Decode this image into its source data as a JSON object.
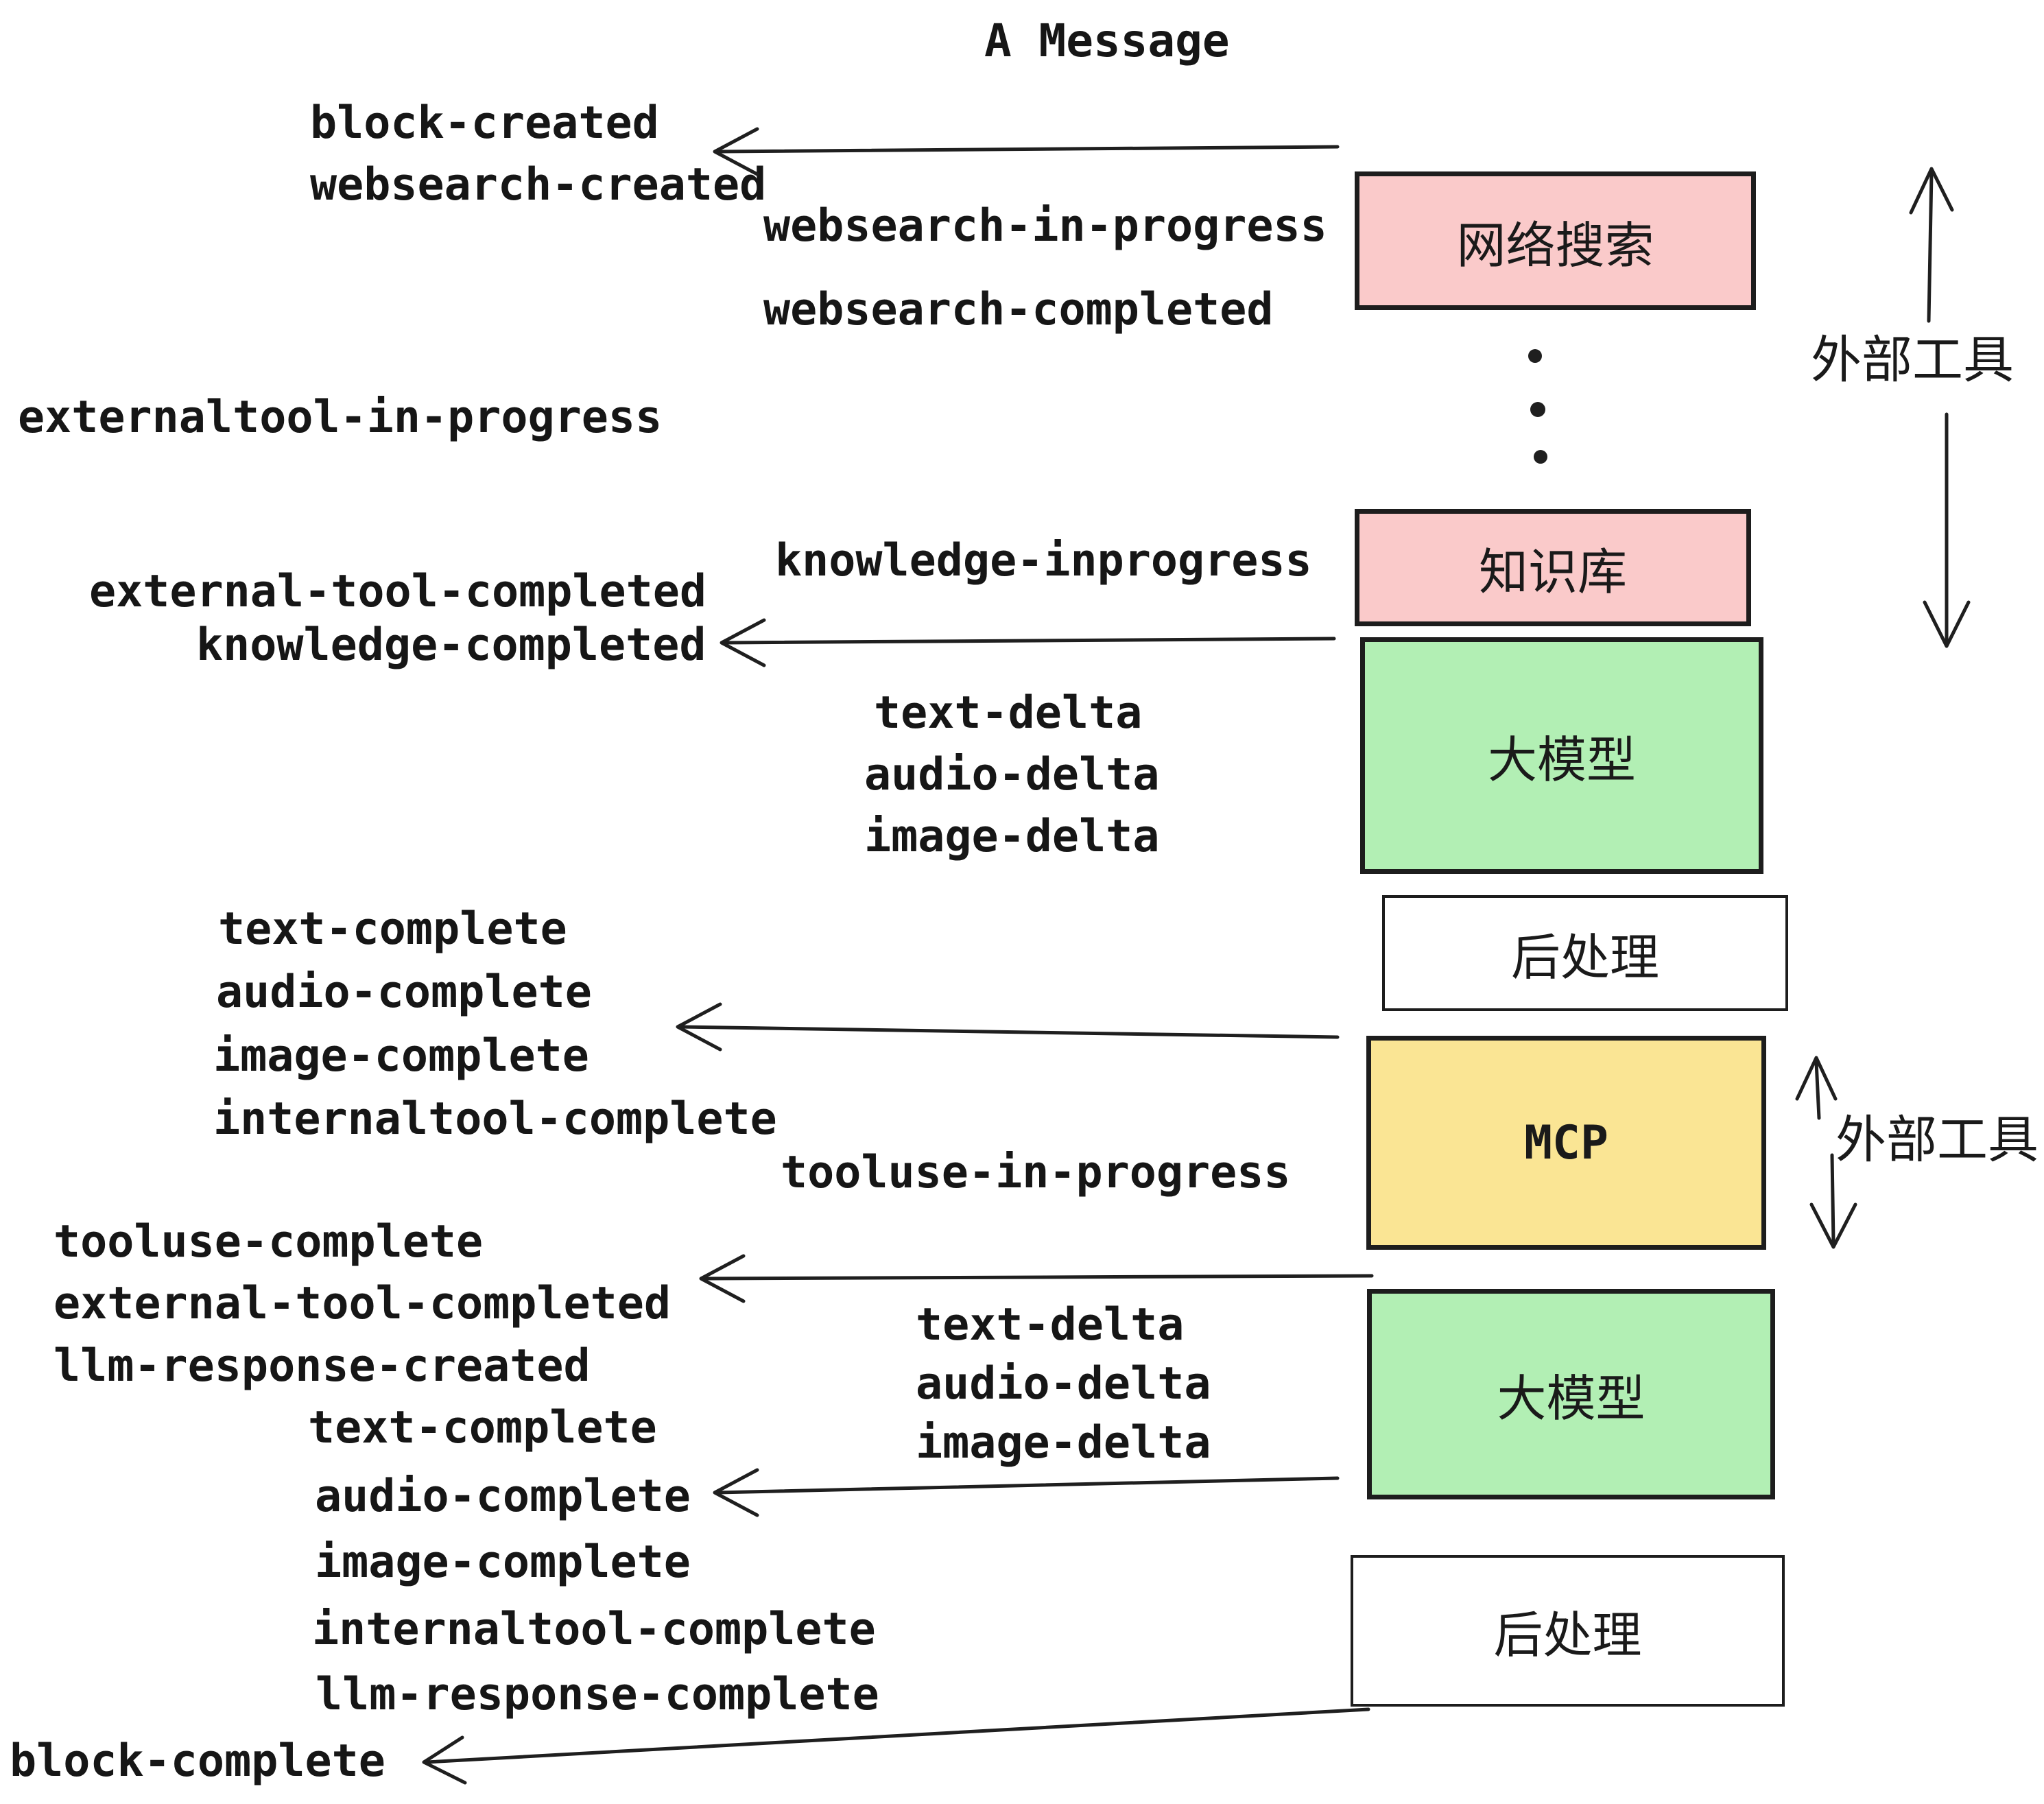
{
  "title": "A Message",
  "colors": {
    "pink": "#FACACA",
    "green": "#B2EFB4",
    "yellow": "#FAE594",
    "white": "#FFFFFF",
    "line": "#1F1F1F"
  },
  "events": [
    "block-created",
    "websearch-created",
    "websearch-in-progress",
    "websearch-completed",
    "externaltool-in-progress",
    "knowledge-inprogress",
    "external-tool-completed",
    "knowledge-completed",
    "text-delta",
    "audio-delta",
    "image-delta",
    "text-complete",
    "audio-complete",
    "image-complete",
    "internaltool-complete",
    "tooluse-in-progress",
    "tooluse-complete",
    "external-tool-completed",
    "llm-response-created",
    "text-complete",
    "audio-complete",
    "image-complete",
    "internaltool-complete",
    "llm-response-complete",
    "text-delta",
    "audio-delta",
    "image-delta",
    "block-complete"
  ],
  "boxes": [
    {
      "id": "websearch",
      "label": "网络搜索",
      "fill": "pink"
    },
    {
      "id": "knowledge",
      "label": "知识库",
      "fill": "pink"
    },
    {
      "id": "llm-top",
      "label": "大模型",
      "fill": "green"
    },
    {
      "id": "postprocess-top",
      "label": "后处理",
      "fill": "white"
    },
    {
      "id": "mcp",
      "label": "MCP",
      "fill": "yellow"
    },
    {
      "id": "llm-bottom",
      "label": "大模型",
      "fill": "green"
    },
    {
      "id": "postprocess-bottom",
      "label": "后处理",
      "fill": "white"
    }
  ],
  "side_annotations": [
    {
      "id": "external-tools-top",
      "label": "外部工具"
    },
    {
      "id": "external-tools-middle",
      "label": "外部工具"
    }
  ]
}
